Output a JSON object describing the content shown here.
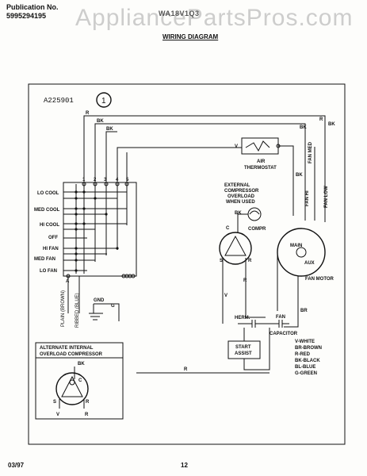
{
  "header": {
    "watermark": "AppliancePartsPros.com",
    "publication_label": "Publication No.",
    "publication_number": "5995294195",
    "model": "WA18V1Q3",
    "diagram_title": "WIRING DIAGRAM"
  },
  "diagram": {
    "id": "A225901",
    "circle_number": "1",
    "switch_terminals": [
      "1",
      "2",
      "3",
      "4",
      "5"
    ],
    "switch_terminal_a": "A",
    "switch_positions": [
      "LO COOL",
      "MED COOL",
      "HI COOL",
      "OFF",
      "HI FAN",
      "MED FAN",
      "LO FAN"
    ],
    "wires": {
      "red": "R",
      "black": "BK",
      "white": "V",
      "brown": "BR",
      "green": "G"
    },
    "thermostat": {
      "line1": "AIR",
      "line2": "THERMOSTAT"
    },
    "overload": {
      "line1": "EXTERNAL",
      "line2": "COMPRESSOR",
      "line3": "OVERLOAD",
      "line4": "WHEN USED"
    },
    "compressor": {
      "label": "COMPR",
      "c": "C",
      "s": "S",
      "r": "R"
    },
    "fan": {
      "med": "FAN MED",
      "hi": "FAN HI",
      "low": "FAN LOW",
      "main": "MAIN",
      "aux": "AUX",
      "motor": "FAN MOTOR"
    },
    "capacitor": {
      "herm": "HERM.",
      "fan": "FAN",
      "label": "CAPACITOR"
    },
    "start_assist": {
      "line1": "START",
      "line2": "ASSIST"
    },
    "leads": {
      "plain": "PLAIN (BROWN)",
      "ribbed": "RIBBED (BLUE)"
    },
    "ground": {
      "label": "GND"
    },
    "alternate": {
      "line1": "ALTERNATE INTERNAL",
      "line2": "OVERLOAD COMPRESSOR"
    },
    "legend": [
      "V-WHITE",
      "BR-BROWN",
      "R-RED",
      "BK-BLACK",
      "BL-BLUE",
      "G-GREEN"
    ]
  },
  "footer": {
    "date": "03/97",
    "page": "12"
  }
}
